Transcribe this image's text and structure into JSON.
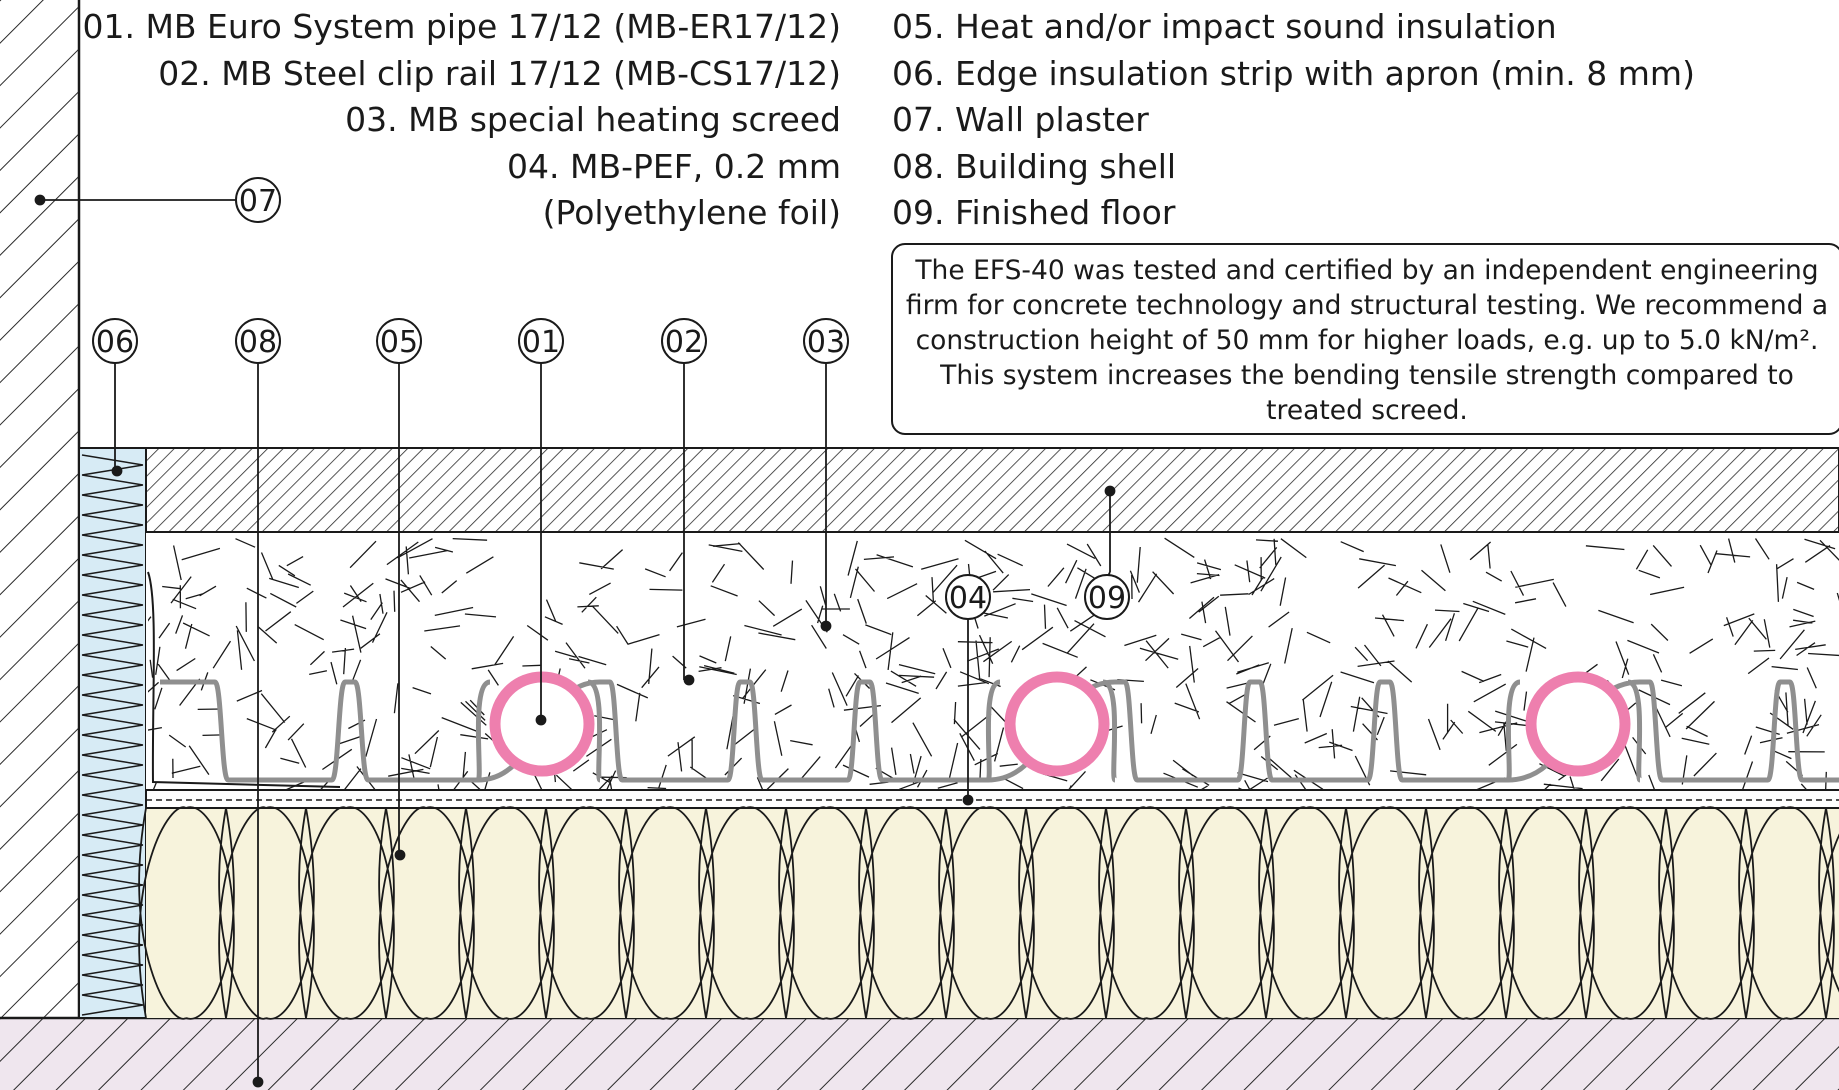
{
  "legend_left": [
    "01. MB Euro System pipe 17/12 (MB-ER17/12)",
    "02. MB Steel clip rail 17/12 (MB-CS17/12)",
    "03. MB special heating screed",
    "04. MB-PEF, 0.2 mm",
    "(Polyethylene foil)"
  ],
  "legend_right": [
    "05. Heat and/or impact sound insulation",
    "06. Edge insulation strip with apron (min. 8 mm)",
    "07. Wall plaster",
    "08. Building shell",
    "09. Finished floor"
  ],
  "note": "The EFS-40 was tested and certified by an independent engineering firm for concrete technology and structural testing. We recommend a construction height of 50 mm for higher loads, e.g. up to 5.0 kN/m². This system increases the bending tensile strength compared to treated screed.",
  "callouts": {
    "c01": "01",
    "c02": "02",
    "c03": "03",
    "c04": "04",
    "c05": "05",
    "c06": "06",
    "c07": "07",
    "c08": "08",
    "c09": "09"
  },
  "colors": {
    "insulation_fill": "#f7f3dc",
    "edge_strip_fill": "#d7ebf5",
    "pipe": "#ee7fae",
    "clip_rail": "#8f8f8f",
    "shell_fill": "#efe6ee",
    "hatch": "#2a2a2a",
    "screed_fill": "#ffffff"
  }
}
